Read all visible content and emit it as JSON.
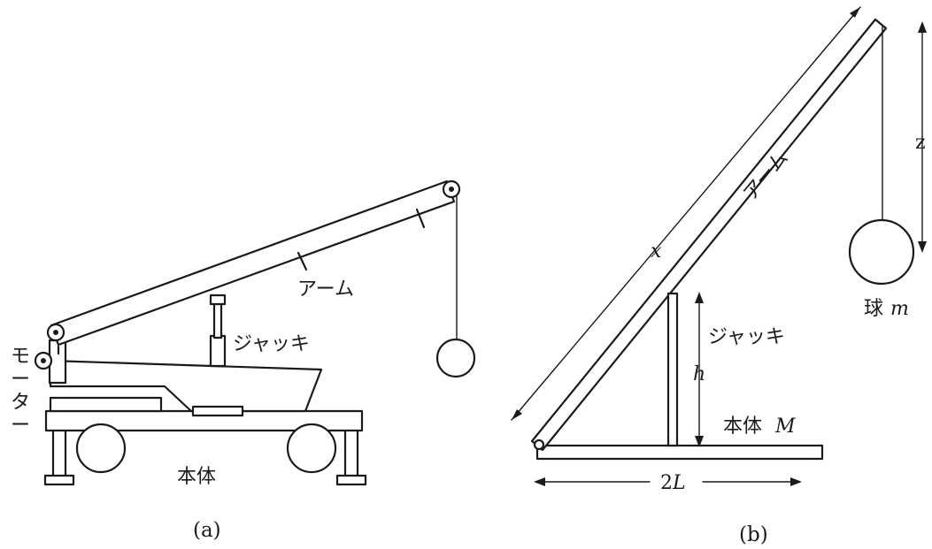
{
  "figure_a": {
    "label_arm": "アーム",
    "label_jack": "ジャッキ",
    "label_motor_chars": [
      "モ",
      "ー",
      "タ",
      "ー"
    ],
    "label_body": "本体",
    "caption": "(a)"
  },
  "figure_b": {
    "label_arm": "アーム",
    "label_jack": "ジャッキ",
    "label_x": "x",
    "label_h": "h",
    "label_z": "z",
    "label_ball": "球",
    "label_ball_mass": "m",
    "label_body": "本体",
    "label_body_mass": "M",
    "label_width_num": "2",
    "label_width_var": "L",
    "caption": "(b)"
  }
}
